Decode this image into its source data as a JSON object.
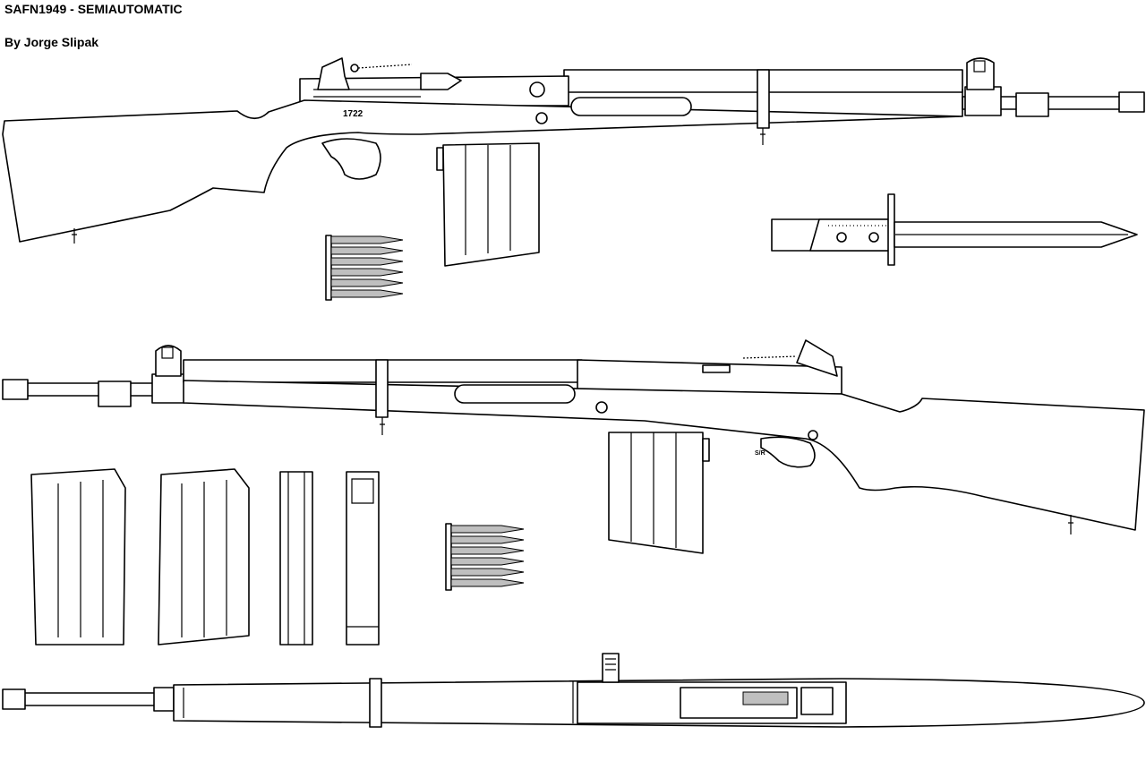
{
  "title": "SAFN1949 - SEMIAUTOMATIC",
  "author": "By Jorge Slipak",
  "serial_number": "1722",
  "selector_mark": "S/R"
}
